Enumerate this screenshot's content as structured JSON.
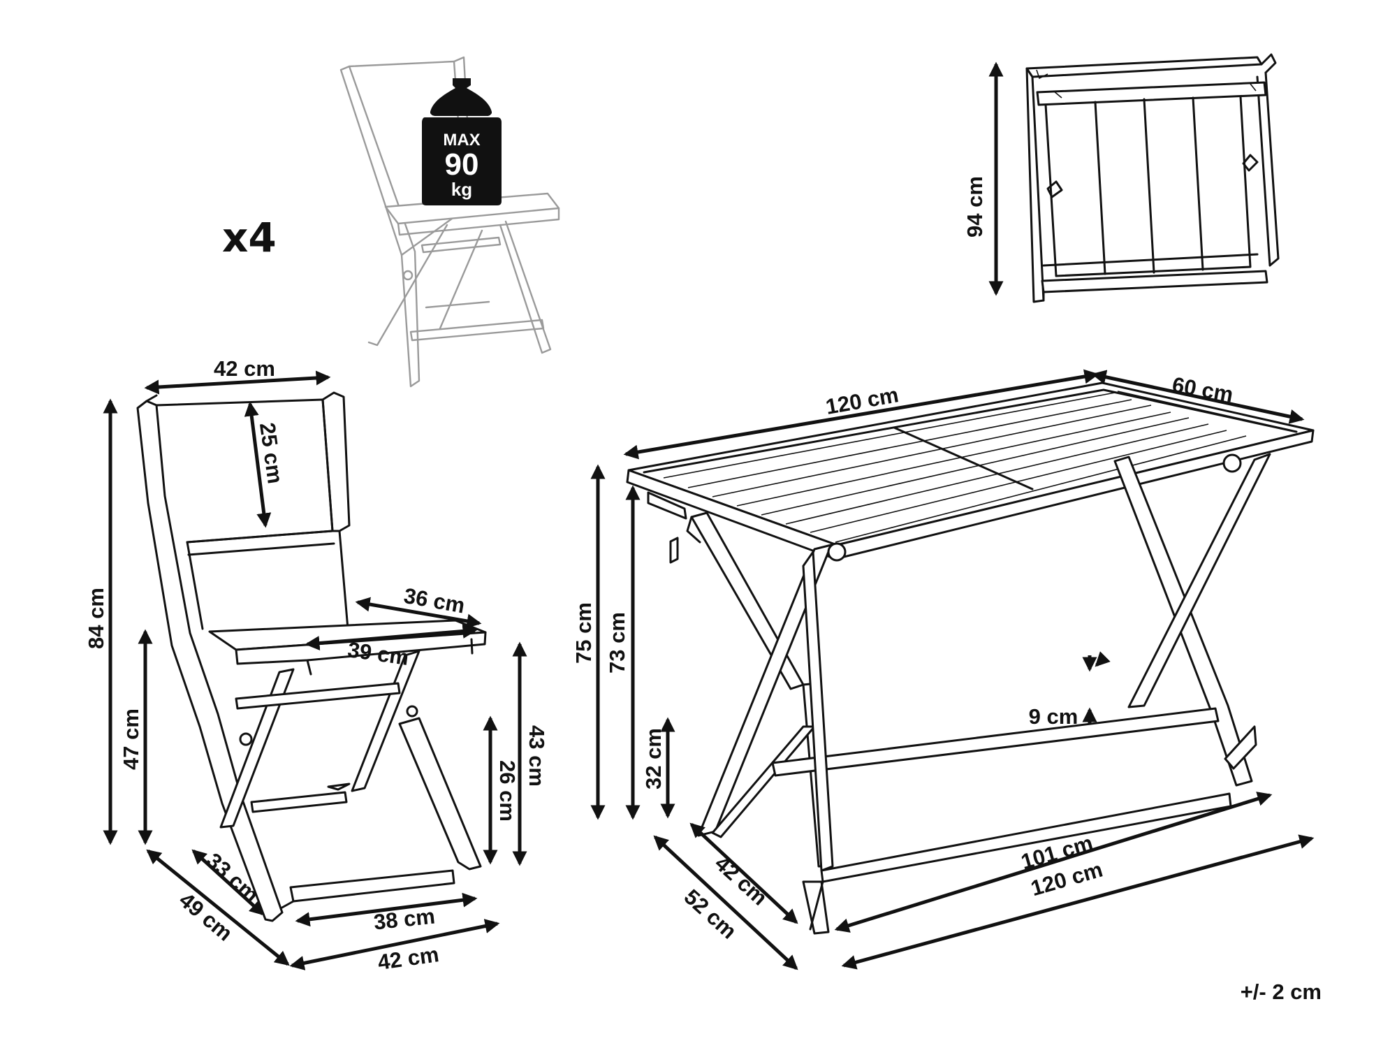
{
  "quantity": "x4",
  "weight": {
    "line1": "MAX",
    "line2": "90",
    "line3": "kg"
  },
  "tolerance": "+/- 2 cm",
  "chair": {
    "backrest_width": "42 cm",
    "backrest_height": "25 cm",
    "total_height": "84 cm",
    "seat_depth": "36 cm",
    "seat_width": "39 cm",
    "seat_height": "47 cm",
    "legs_height_front": "43 cm",
    "crossbar_height": "26 cm",
    "depth_inner": "33 cm",
    "depth_outer": "49 cm",
    "leg_span_inner": "38 cm",
    "leg_span_outer": "42 cm"
  },
  "table": {
    "length_top": "120 cm",
    "width_top": "60 cm",
    "total_height": "75 cm",
    "under_top_height": "73 cm",
    "stretcher_height": "32 cm",
    "stretcher_gap": "9 cm",
    "base_depth_inner": "42 cm",
    "base_depth_outer": "52 cm",
    "base_length_inner": "101 cm",
    "base_length_outer": "120 cm",
    "folded_height": "94 cm"
  }
}
